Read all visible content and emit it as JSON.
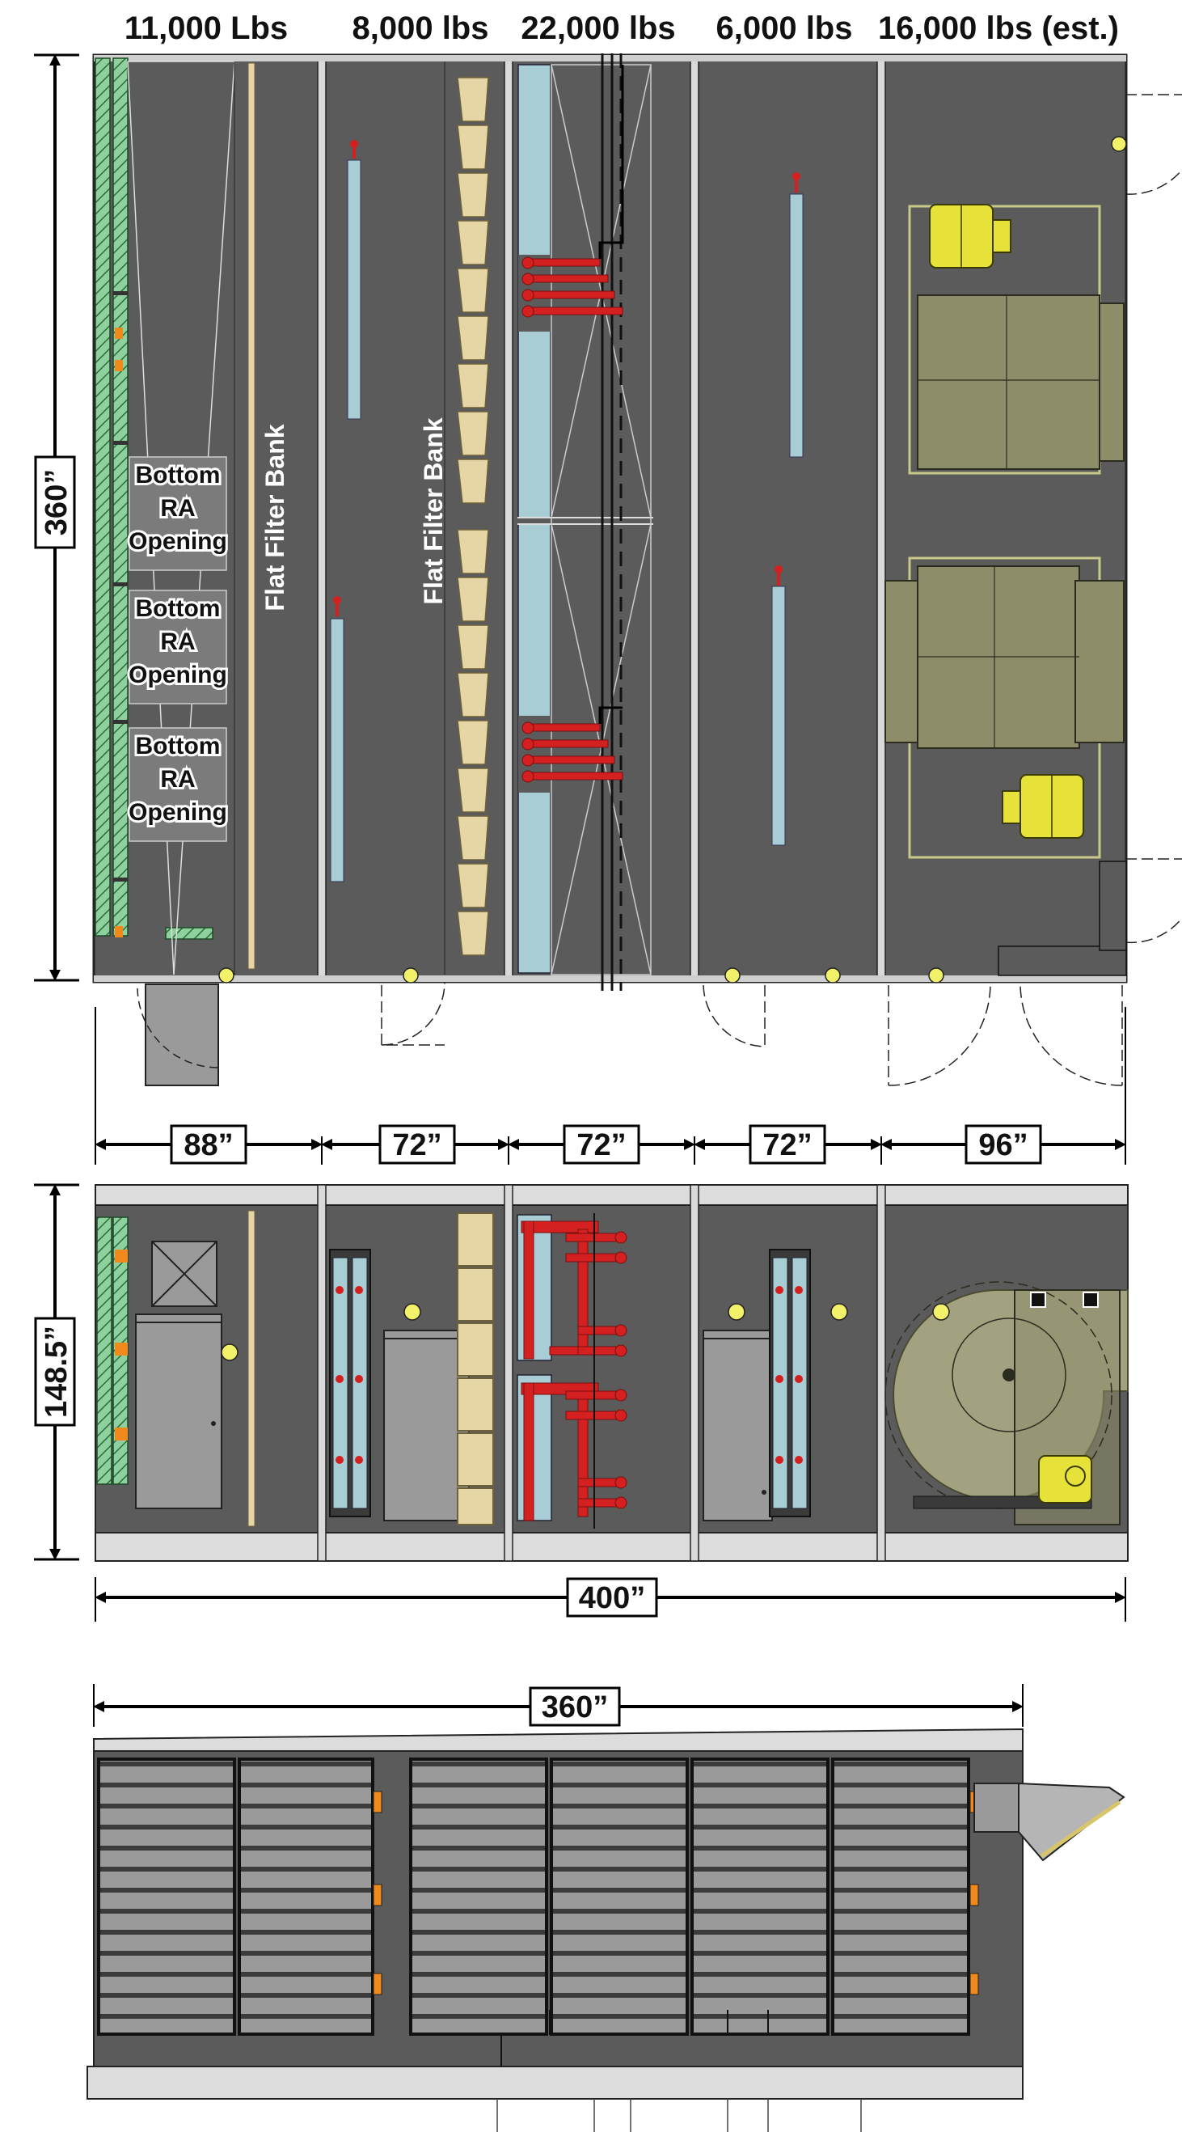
{
  "sections": [
    {
      "weight": "11,000 Lbs",
      "width": "88”"
    },
    {
      "weight": "8,000 lbs",
      "width": "72”"
    },
    {
      "weight": "22,000 lbs",
      "width": "72”"
    },
    {
      "weight": "6,000 lbs",
      "width": "72”"
    },
    {
      "weight": "16,000 lbs (est.)",
      "width": "96”"
    }
  ],
  "plan": {
    "height_label": "360”",
    "ra_openings": [
      {
        "line1": "Bottom",
        "line2": "RA",
        "line3": "Opening"
      },
      {
        "line1": "Bottom",
        "line2": "RA",
        "line3": "Opening"
      },
      {
        "line1": "Bottom",
        "line2": "RA",
        "line3": "Opening"
      }
    ],
    "filter_labels": [
      "Flat Filter Bank",
      "Flat Filter Bank"
    ]
  },
  "elevation": {
    "height_label": "148.5”",
    "total_length_label": "400”"
  },
  "end_view": {
    "width_label": "360”"
  },
  "colors": {
    "casing": "#5b5b5b",
    "coil": "#a8cdd4",
    "pipe": "#d42020",
    "filter": "#e6d6a6",
    "damper": "#8fd19e",
    "fan": "#b9b98e",
    "motor": "#e6e23a",
    "door": "#9a9a9a"
  },
  "icons": [
    "light-fixture-icon",
    "door-swing-icon",
    "dimension-arrow-icon"
  ]
}
